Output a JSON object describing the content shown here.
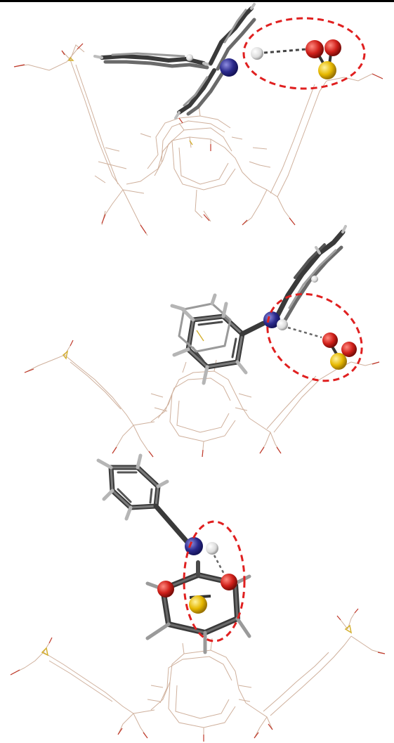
{
  "figure": {
    "panels": [
      {
        "id": "panel-1",
        "description_hidden": ""
      },
      {
        "id": "panel-2",
        "description_hidden": ""
      },
      {
        "id": "panel-3",
        "description_hidden": ""
      }
    ]
  },
  "colors": {
    "host_frame": "#c9a58e",
    "host_oxygen": "#c0392b",
    "host_sulfur": "#d4b030",
    "guest_carbon": "#3a3a3a",
    "guest_carbon_light": "#8a8a8a",
    "guest_hydrogen": "#d8d8d8",
    "nitrogen": "#2b2a8c",
    "oxygen": "#d0201a",
    "sulfur": "#e6b800",
    "highlight_ellipse": "#e02020",
    "hbond": "#555555"
  },
  "icons": {
    "nitrogen_atom": "sphere-blue",
    "hydrogen_atom": "sphere-white",
    "oxygen_atom": "sphere-red",
    "sulfur_atom": "sphere-yellow"
  }
}
